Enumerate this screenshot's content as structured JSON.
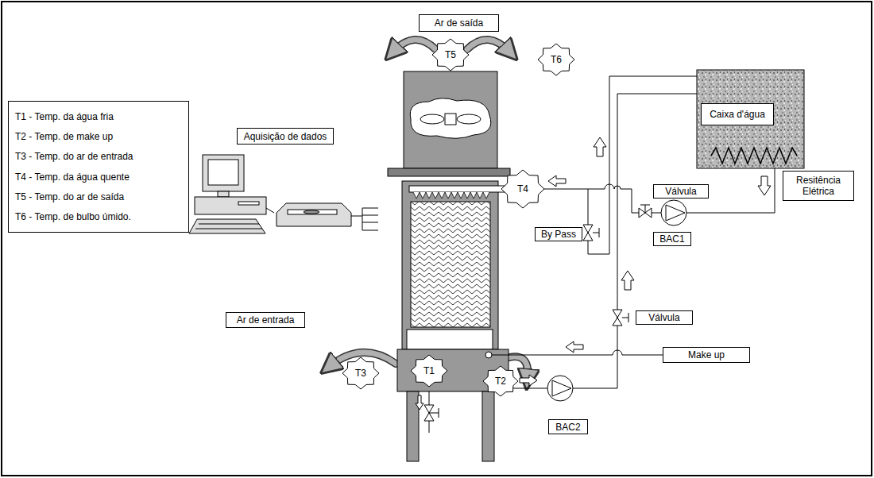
{
  "diagram": {
    "nodes": [
      {
        "text": [
          "Ar de saída"
        ]
      },
      {
        "text": [
          "T5"
        ]
      },
      {
        "text": [
          "T6"
        ]
      },
      {
        "text": [
          "Caixa d'água"
        ]
      },
      {
        "text": [
          "T1 - Temp. da água fria",
          "T2 - Temp. de make up",
          "T3 - Temp. do ar de entrada",
          "T4 - Temp. da água quente",
          "T5 - Temp. do ar de saída",
          "T6 - Temp. de bulbo úmido."
        ]
      },
      {
        "text": [
          "Aquisição de dados"
        ]
      },
      {
        "text": [
          "Resitência Elétrica"
        ]
      },
      {
        "text": [
          "T4"
        ]
      },
      {
        "text": [
          "Válvula"
        ]
      },
      {
        "text": [
          "By Pass"
        ]
      },
      {
        "text": [
          "BAC1"
        ]
      },
      {
        "text": [
          "Válvula"
        ]
      },
      {
        "text": [
          "Ar de entrada"
        ]
      },
      {
        "text": [
          "Make up"
        ]
      },
      {
        "text": [
          "T3"
        ]
      },
      {
        "text": [
          "T1"
        ]
      },
      {
        "text": [
          "T2"
        ]
      },
      {
        "text": [
          "BAC2"
        ]
      }
    ]
  }
}
